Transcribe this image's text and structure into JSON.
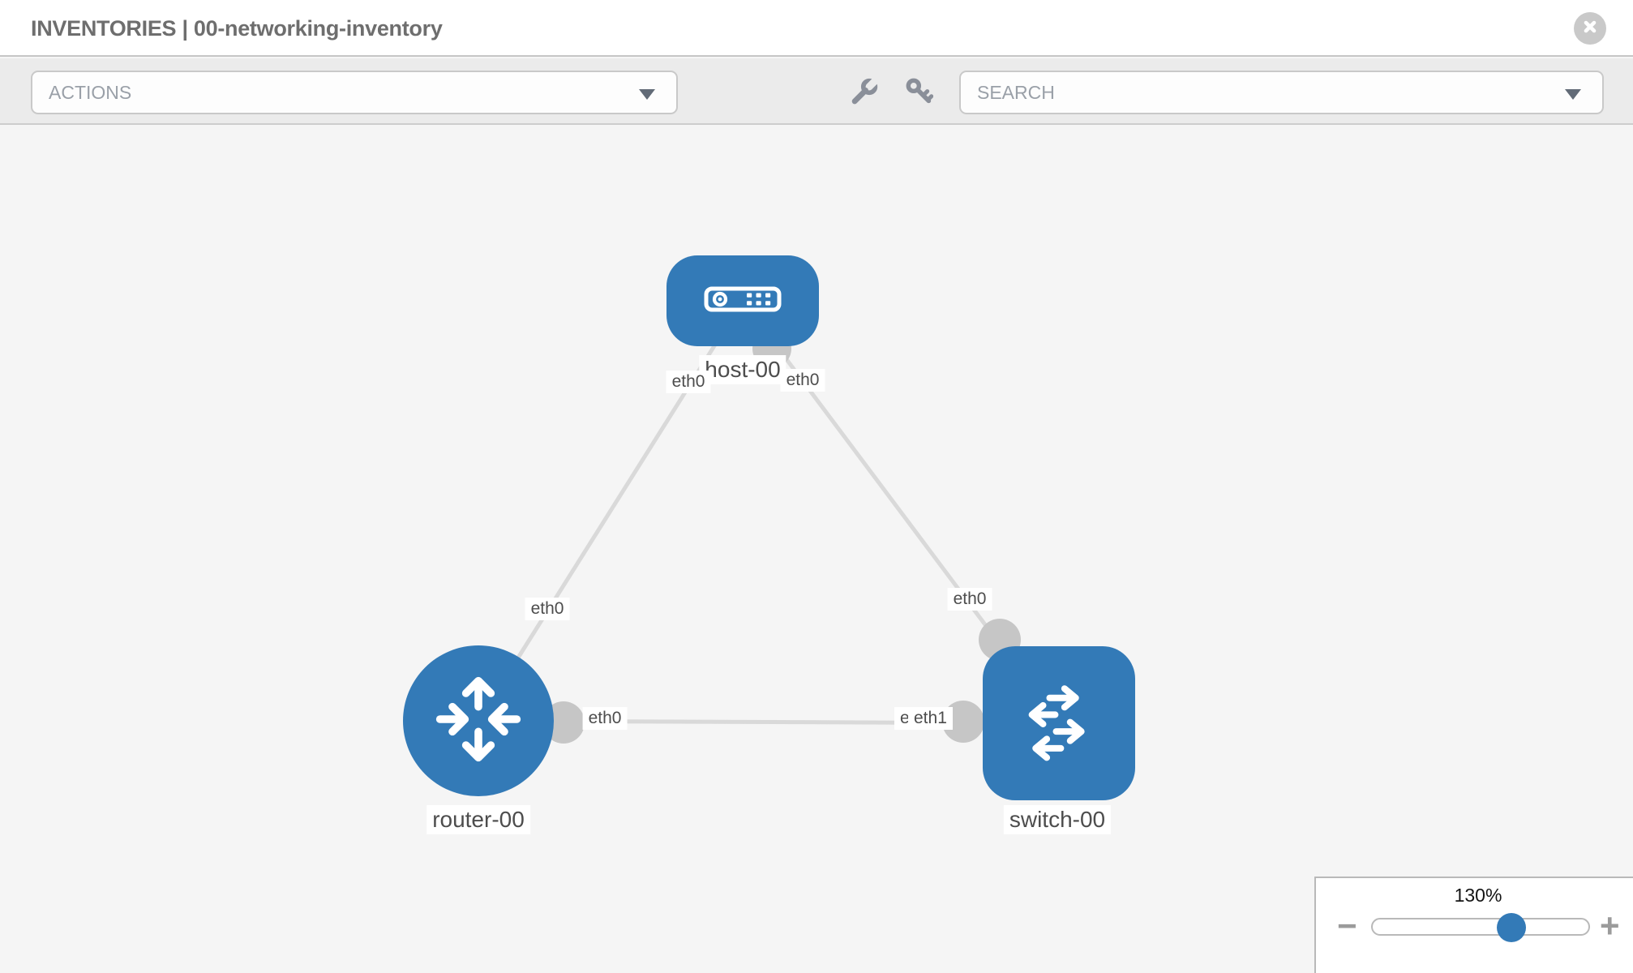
{
  "header": {
    "title": "INVENTORIES | 00-networking-inventory"
  },
  "toolbar": {
    "actions_label": "ACTIONS",
    "search_label": "SEARCH"
  },
  "topology": {
    "nodes": [
      {
        "id": "host-00",
        "type": "host",
        "label": "host-00"
      },
      {
        "id": "router-00",
        "type": "router",
        "label": "router-00"
      },
      {
        "id": "switch-00",
        "type": "switch",
        "label": "switch-00"
      }
    ],
    "links": [
      {
        "from": "host-00",
        "to": "router-00",
        "from_interface": "eth0",
        "to_interface": "eth0"
      },
      {
        "from": "host-00",
        "to": "switch-00",
        "from_interface": "eth0",
        "to_interface": "eth0"
      },
      {
        "from": "router-00",
        "to": "switch-00",
        "from_interface": "eth0",
        "to_interface": "eth1"
      }
    ],
    "interface_chips": {
      "host_left": "eth0",
      "host_right": "eth0",
      "router_top": "eth0",
      "switch_top": "eth0",
      "router_right": "eth0",
      "switch_left": "eth1",
      "switch_left_under": "eth0"
    }
  },
  "zoom_control": {
    "value": "130%",
    "minus": "−",
    "plus": "+"
  },
  "icons": {
    "close": "x-circle-icon",
    "wrench": "wrench-icon",
    "key": "key-icon",
    "dropdown_caret": "chevron-down-icon",
    "host": "server-icon",
    "router": "router-arrows-icon",
    "switch": "switch-arrows-icon"
  },
  "colors": {
    "node_fill": "#337ab7",
    "link": "#d9d9d9",
    "interface_dot": "#c6c6c6",
    "toolbar_bg": "#ebebeb",
    "canvas_bg": "#f5f5f5",
    "header_bg": "#ffffff",
    "title_text": "#6e6e6e",
    "slider_thumb": "#337ab7"
  }
}
